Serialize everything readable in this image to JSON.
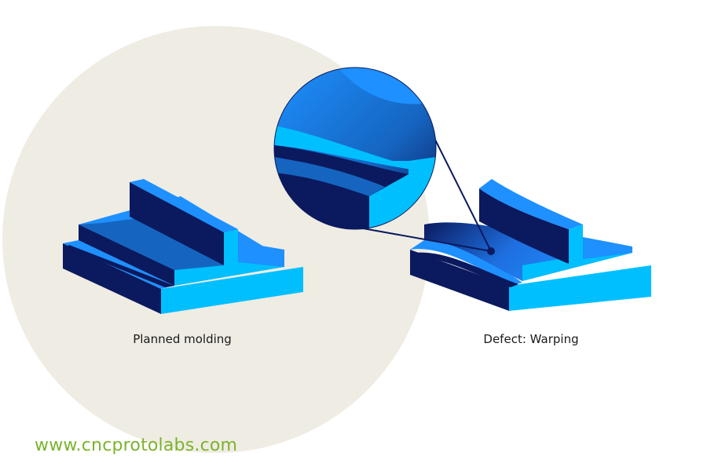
{
  "captions": {
    "planned": "Planned molding",
    "defect": "Defect: Warping"
  },
  "watermark": {
    "text": "www.cncprotolabs.com"
  },
  "colors": {
    "background_circle": "#efece3",
    "top_face": "#1e90ff",
    "front_face": "#00bfff",
    "dark_face": "#0b1a5e",
    "mid_face": "#1565c0",
    "watermark": "#7cb32b",
    "caption": "#1a1a1a"
  }
}
